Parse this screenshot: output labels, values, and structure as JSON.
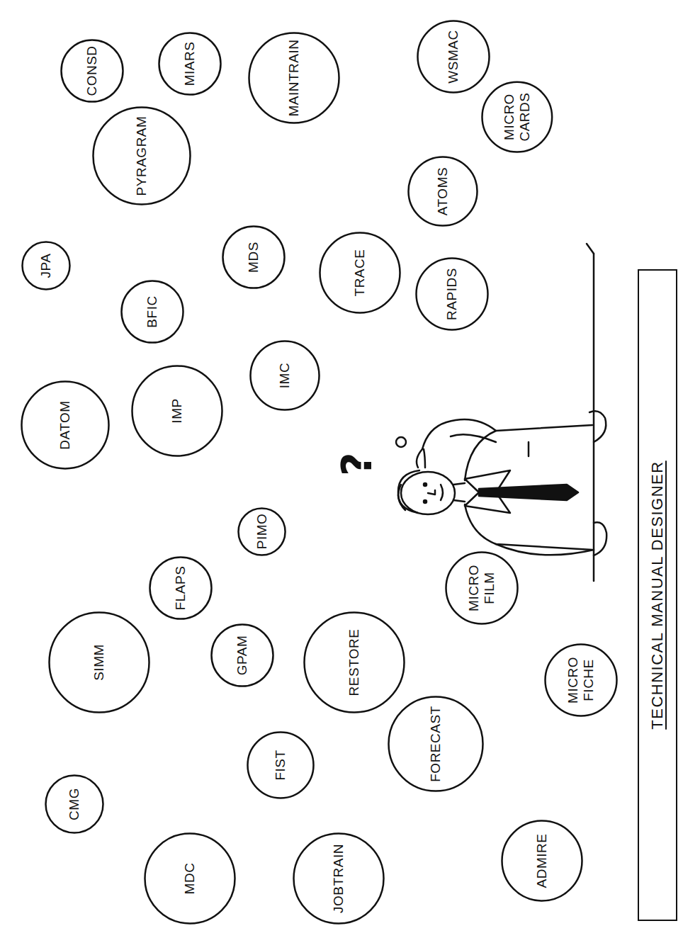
{
  "diagram": {
    "nodes": [
      {
        "text": [
          "JPA"
        ]
      },
      {
        "text": [
          "DATOM"
        ]
      },
      {
        "text": [
          "CMG"
        ]
      },
      {
        "text": [
          "CONSD"
        ]
      },
      {
        "text": [
          "SIMM"
        ]
      },
      {
        "text": [
          "PYRAGRAM"
        ]
      },
      {
        "text": [
          "BFIC"
        ]
      },
      {
        "text": [
          "IMP"
        ]
      },
      {
        "text": [
          "FLAPS"
        ]
      },
      {
        "text": [
          "MIARS"
        ]
      },
      {
        "text": [
          "MDC"
        ]
      },
      {
        "text": [
          "GPAM"
        ]
      },
      {
        "text": [
          "MDS"
        ]
      },
      {
        "text": [
          "PIMO"
        ]
      },
      {
        "text": [
          "FIST"
        ]
      },
      {
        "text": [
          "IMC"
        ]
      },
      {
        "text": [
          "MAINTRAIN"
        ]
      },
      {
        "text": [
          "JOBTRAIN"
        ]
      },
      {
        "text": [
          "RESTORE"
        ]
      },
      {
        "text": [
          "TRACE"
        ]
      },
      {
        "text": [
          "FORECAST"
        ]
      },
      {
        "text": [
          "ATOMS"
        ]
      },
      {
        "text": [
          "RAPIDS"
        ]
      },
      {
        "text": [
          "WSMAC"
        ]
      },
      {
        "text": [
          "MICRO FILM"
        ]
      },
      {
        "text": [
          "MICRO CARDS"
        ]
      },
      {
        "text": [
          "ADMIRE"
        ]
      },
      {
        "text": [
          "MICRO FICHE"
        ]
      },
      {
        "text": [
          "TECHNICAL MANUAL DESIGNER"
        ]
      }
    ],
    "edges": [],
    "labels": [
      "?"
    ]
  }
}
